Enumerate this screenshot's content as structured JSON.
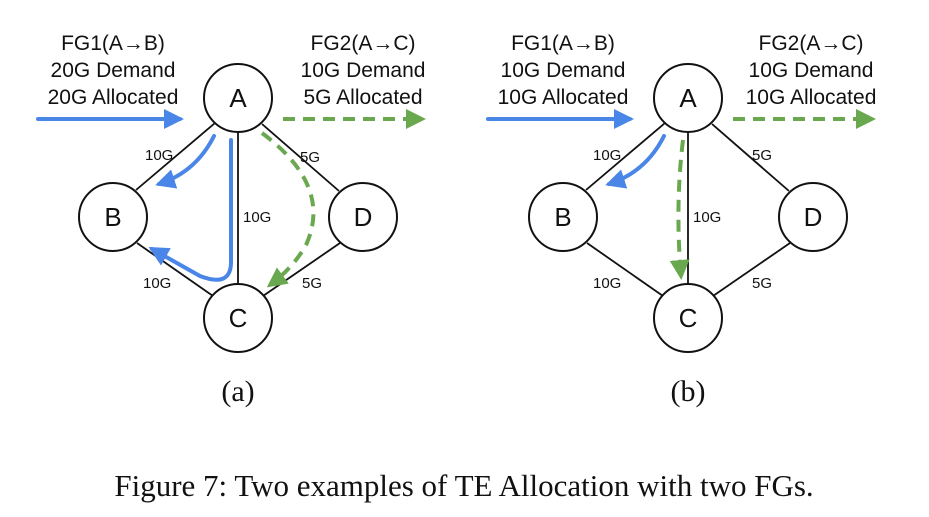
{
  "figure": {
    "caption": "Figure 7: Two examples of TE Allocation with two FGs."
  },
  "colors": {
    "fg1": "#4a86e8",
    "fg2": "#6aa84f",
    "link": "#111111"
  },
  "panels": [
    {
      "label": "(a)",
      "fg1": {
        "name": "FG1(A→B)",
        "demand": "20G Demand",
        "allocated": "20G Allocated"
      },
      "fg2": {
        "name": "FG2(A→C)",
        "demand": "10G Demand",
        "allocated": "5G Allocated"
      },
      "nodes": {
        "A": "A",
        "B": "B",
        "C": "C",
        "D": "D"
      },
      "links": {
        "ab": "10G",
        "ac": "10G",
        "ad": "5G",
        "bc": "10G",
        "dc": "5G"
      }
    },
    {
      "label": "(b)",
      "fg1": {
        "name": "FG1(A→B)",
        "demand": "10G Demand",
        "allocated": "10G Allocated"
      },
      "fg2": {
        "name": "FG2(A→C)",
        "demand": "10G Demand",
        "allocated": "10G Allocated"
      },
      "nodes": {
        "A": "A",
        "B": "B",
        "C": "C",
        "D": "D"
      },
      "links": {
        "ab": "10G",
        "ac": "10G",
        "ad": "5G",
        "bc": "10G",
        "dc": "5G"
      }
    }
  ]
}
